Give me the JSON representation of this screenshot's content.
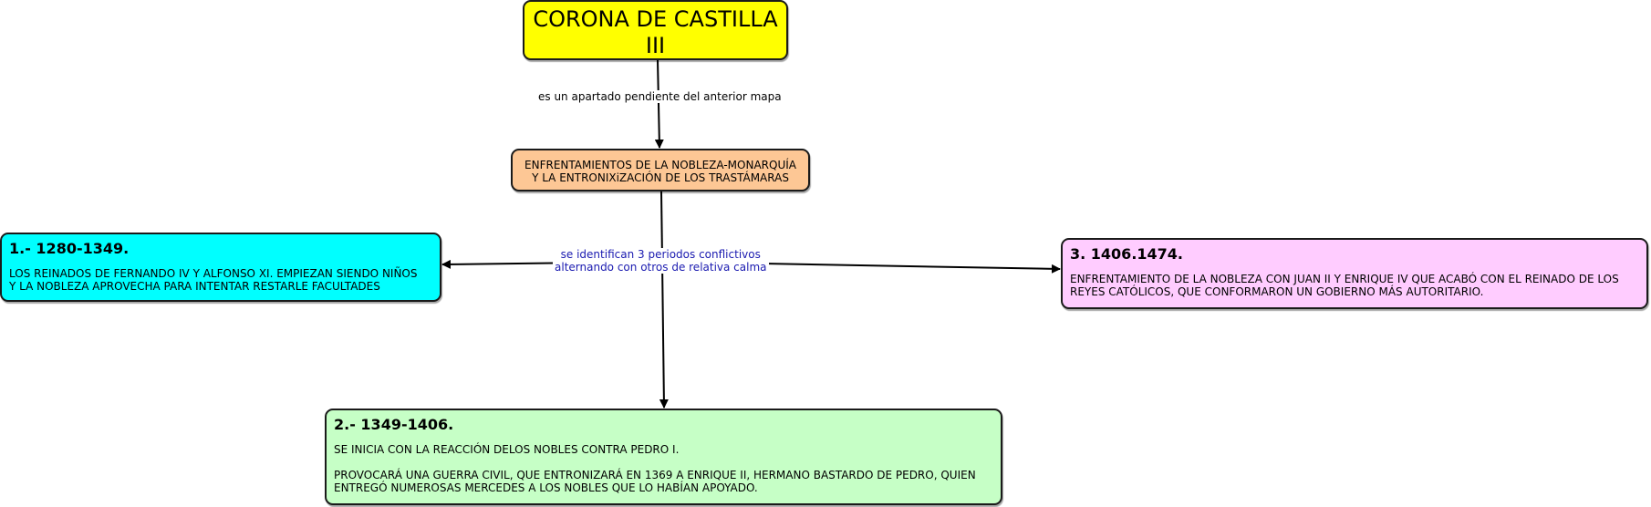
{
  "diagram": {
    "type": "concept-map",
    "nodes": {
      "top": {
        "lines": [
          "CORONA DE CASTILLA",
          "III"
        ],
        "color": "#ffff00"
      },
      "mid": {
        "lines": [
          "ENFRENTAMIENTOS DE LA NOBLEZA-MONARQUÍA",
          "Y LA ENTRONIXiZACIÓN DE LOS TRASTÁMARAS"
        ],
        "color": "#fdc795"
      },
      "period1": {
        "title": "1.- 1280-1349.",
        "text": "LOS REINADOS DE FERNANDO IV Y ALFONSO XI. EMPIEZAN SIENDO NIÑOS\n Y LA NOBLEZA APROVECHA PARA INTENTAR RESTARLE FACULTADES",
        "color": "#00ffff"
      },
      "period2": {
        "title": "2.- 1349-1406.",
        "paragraphs": [
          "SE INICIA CON LA REACCIÓN DELOS NOBLES CONTRA PEDRO I.",
          "PROVOCARÁ UNA GUERRA CIVIL, QUE ENTRONIZARÁ EN 1369 A ENRIQUE II, HERMANO BASTARDO DE PEDRO, QUIEN\nENTREGÓ NUMEROSAS MERCEDES A LOS NOBLES QUE LO HABÍAN APOYADO."
        ],
        "color": "#c6ffc6"
      },
      "period3": {
        "title": "3. 1406.1474.",
        "text": "ENFRENTAMIENTO DE LA NOBLEZA CON JUAN II Y ENRIQUE IV QUE ACABÓ CON  EL REINADO DE LOS\nREYES CATÓLICOS, QUE CONFORMARON UN GOBIERNO MÁS AUTORITARIO.",
        "color": "#ffccff"
      }
    },
    "links": {
      "top_to_mid": {
        "from": "top",
        "to": "mid",
        "label": "es un apartado pendiente del anterior mapa"
      },
      "mid_to_periods": {
        "from": "mid",
        "to": [
          "period1",
          "period2",
          "period3"
        ],
        "lines": [
          "se identifican 3 periodos conflictivos",
          "alternando con otros de relativa calma"
        ],
        "label_color": "#1a1ab0"
      }
    }
  }
}
